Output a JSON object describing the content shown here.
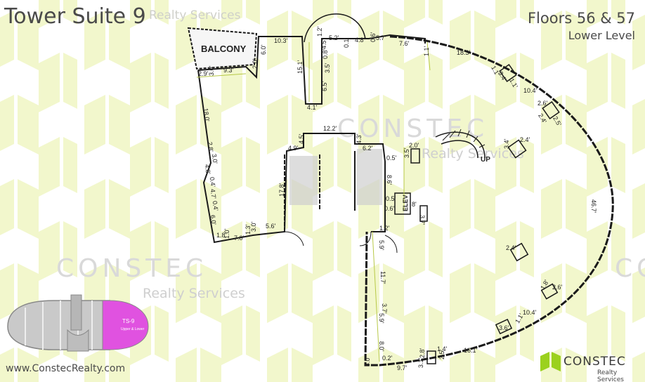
{
  "header": {
    "title": "Tower Suite 9",
    "title_watermark": "Realty Services",
    "floors": "Floors 56 & 57",
    "level": "Lower Level"
  },
  "watermark": {
    "brand": "CONSTEC",
    "sub": "Realty Services"
  },
  "plan": {
    "balcony_label": "BALCONY",
    "up_label": "UP",
    "elevator_label": "ELEV",
    "dimensions": {
      "d_10_3": "10.3'",
      "d_6_0": "6.0'",
      "d_2_9": "2.9'",
      "d_9_3": "9.3'",
      "d_2_0": "2.0'",
      "d_3_0": "3.0'",
      "d_15_1": "15.1'",
      "d_4_1": "4.1'",
      "d_6_5": "6.5'",
      "d_3_5": "3.5'",
      "d_0_8": "0.8'",
      "d_4_5a": "4.5'",
      "d_1_2a": "1.2'",
      "d_0_1": "0.1'",
      "d_5_2": "5.2'",
      "d_4_8": "4.8'",
      "d_0_6a": "0.6'",
      "d_5_7": "5.7'",
      "d_7_6": "7.6'",
      "d_1_1a": "1.1'",
      "d_18_3": "18.3'",
      "d_1_1b": "1.1'",
      "d_3_4": "3.4'",
      "d_1_1c": "1.1'",
      "d_10_4a": "10.4'",
      "d_2_6a": "2.6'",
      "d_2_4a": "2.4'",
      "d_2_5": "2.5'",
      "d_18_0": "18.0'",
      "d_2_8": "2.8'",
      "d_3_0b": "3.0'",
      "d_4_8b": "4.8'",
      "d_0_4a": "0.4'",
      "d_4_7": "4.7'",
      "d_0_4b": "0.4'",
      "d_6_0b": "6.0'",
      "d_1_8": "1.8'",
      "d_1_0": "1.0'",
      "d_7_0": "7.0'",
      "d_1_3": "1.3'",
      "d_3_0c": "3.0'",
      "d_5_6": "5.6'",
      "d_17_8": "17.8'",
      "d_12_2": "12.2'",
      "d_4_5b": "4.5'",
      "d_4_9": "4.9'",
      "d_4_3": "4.3'",
      "d_6_2": "6.2'",
      "d_0_5a": "0.5'",
      "d_2_0b": "2.0'",
      "d_3_5b": "3.5'",
      "d_8_6": "8.6'",
      "d_0_5b": "0.5'",
      "d_0_6b": "0.6'",
      "d_8": "8'",
      "d_3_7": "3.7'",
      "d_3_4b": "3.4'",
      "d_2_4b": "2.4'",
      "d_46_7": "46.7'",
      "d_1_2b": "1.2'",
      "d_5_9": "5.9'",
      "d_11_7": "11.7'",
      "d_2_4c": "2.4'",
      "d_3_7b": "3.7'",
      "d_2_5b": "2.5'",
      "d_5_9b": "5.9'",
      "d_8_0": "8.0'",
      "d_0_2": "0.2'",
      "d_3_0d": "3.0'",
      "d_9_7": "9.7'",
      "d_2_8b": "2.8'",
      "d_3_1": "3.1'",
      "d_2_5c": "2.5'",
      "d_1_4": "1.4'",
      "d_16_1": "16.1'",
      "d_3_6": "3.6'",
      "d_1_1d": "1.1'",
      "d_10_4b": "10.4'",
      "d_2_6b": "2.6'",
      "d_1_8b": "1.8'"
    }
  },
  "key_plan": {
    "suite_label": "TS-9",
    "suite_sublabel": "Upper & Lower"
  },
  "footer": {
    "website": "www.ConstecRealty.com",
    "logo_name": "CONSTEC",
    "logo_sub": "Realty Services"
  },
  "colors": {
    "watermark_tile": "#f2f7cc",
    "highlight": "#e052e0",
    "wall": "#1a1a1a",
    "dimension_line": "#b8c947",
    "logo_green": "#9bd11e",
    "text": "#4a4a4a"
  }
}
